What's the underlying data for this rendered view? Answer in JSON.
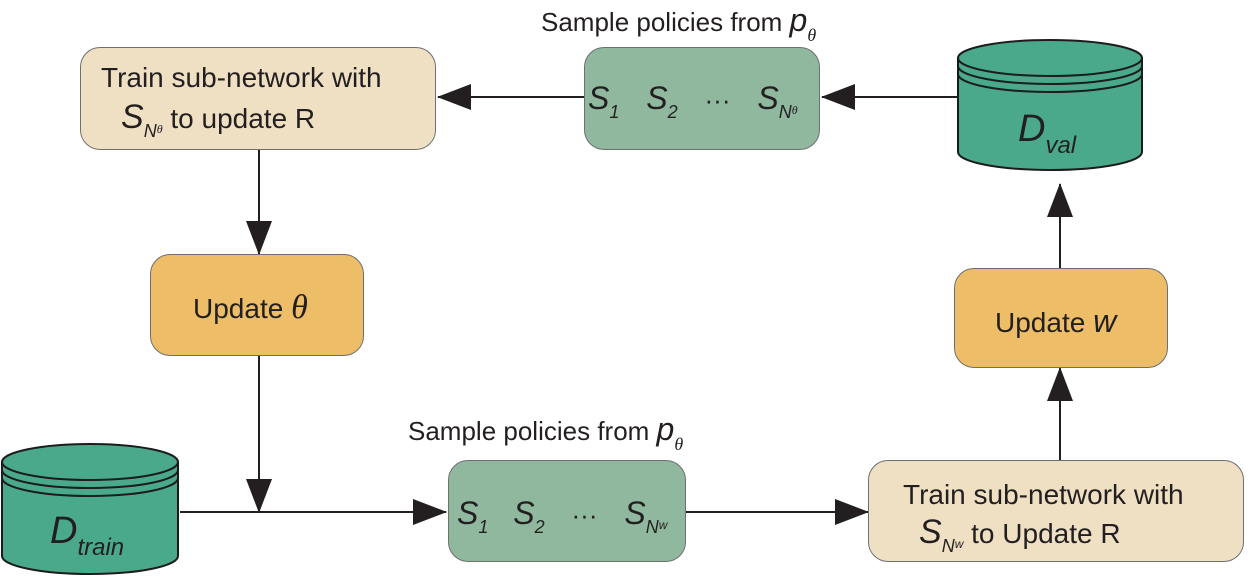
{
  "top_caption": {
    "text": "Sample policies from",
    "symbol": "p",
    "subscript": "θ"
  },
  "bottom_caption": {
    "text": "Sample policies from",
    "symbol": "p",
    "subscript": "θ"
  },
  "top_left_box": {
    "line1": "Train sub-network with",
    "var": "S",
    "sub": "N",
    "subsub": "θ",
    "tail": "to update R"
  },
  "update_theta": {
    "label": "Update",
    "symbol": "θ"
  },
  "top_sequence": {
    "s1": "S",
    "s1_sub": "1",
    "s2": "S",
    "s2_sub": "2",
    "dots": "···",
    "sn": "S",
    "sn_sub": "N",
    "sn_subsub": "θ"
  },
  "bottom_sequence": {
    "s1": "S",
    "s1_sub": "1",
    "s2": "S",
    "s2_sub": "2",
    "dots": "···",
    "sn": "S",
    "sn_sub": "N",
    "sn_subsub": "w"
  },
  "d_val": {
    "letter": "D",
    "sub": "val"
  },
  "d_train": {
    "letter": "D",
    "sub": "train"
  },
  "update_w": {
    "label": "Update",
    "symbol": "w"
  },
  "bottom_right_box": {
    "line1": "Train sub-network with",
    "var": "S",
    "sub": "N",
    "subsub": "w",
    "tail": "to Update R"
  },
  "colors": {
    "beige": "#efe0c4",
    "orange": "#edbd67",
    "green_box": "#8fb89f",
    "cylinder": "#4aa98b",
    "arrow": "#231f20"
  }
}
